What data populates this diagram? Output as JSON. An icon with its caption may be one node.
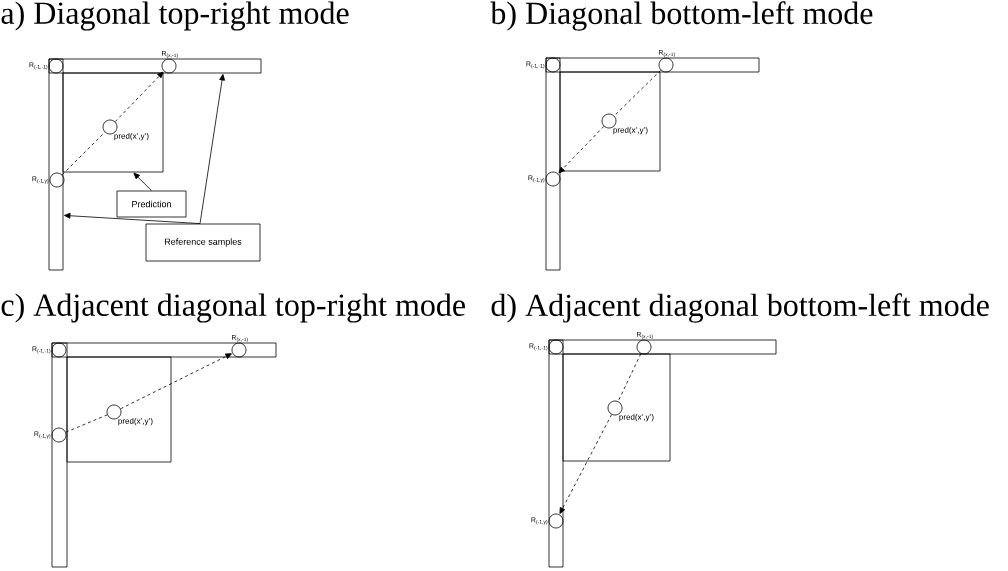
{
  "diagram": {
    "nodes": [
      {
        "text": [],
        "shape": "bar"
      },
      {
        "text": [],
        "shape": "bar"
      },
      {
        "text": [],
        "shape": "box"
      },
      {
        "text": [],
        "shape": "circle",
        "beside": [
          "R$_{(-1,-1)}$"
        ]
      },
      {
        "text": [],
        "shape": "circle",
        "beside": [
          "R$_{(x,-1)}$"
        ],
        "in": 1
      },
      {
        "text": [],
        "shape": "circle",
        "beside": [
          "R$_{(-1,y)}$"
        ],
        "in": 0
      },
      {
        "text": [],
        "shape": "circle",
        "beside": [
          "pred(x’,y’)"
        ],
        "in": 2
      },
      {
        "text": [
          "Prediction"
        ]
      },
      {
        "text": [
          "Reference samples"
        ]
      },
      {
        "text": [],
        "shape": "bar"
      },
      {
        "text": [],
        "shape": "bar"
      },
      {
        "text": [],
        "shape": "box"
      },
      {
        "text": [],
        "shape": "circle",
        "beside": [
          "R$_{(-1,-1)}$"
        ]
      },
      {
        "text": [],
        "shape": "circle",
        "beside": [
          "R$_{(x,-1)}$"
        ],
        "in": 10
      },
      {
        "text": [],
        "shape": "circle",
        "beside": [
          "R$_{(-1,y)}$"
        ],
        "in": 9
      },
      {
        "text": [],
        "shape": "circle",
        "beside": [
          "pred(x’,y’)"
        ],
        "in": 11
      },
      {
        "text": [],
        "shape": "bar"
      },
      {
        "text": [],
        "shape": "bar"
      },
      {
        "text": [],
        "shape": "box"
      },
      {
        "text": [],
        "shape": "circle",
        "beside": [
          "R$_{(-1,-1)}$"
        ]
      },
      {
        "text": [],
        "shape": "circle",
        "beside": [
          "R$_{(x,-1)}$"
        ],
        "in": 17
      },
      {
        "text": [],
        "shape": "circle",
        "beside": [
          "R$_{(-1,y)}$"
        ],
        "in": 16
      },
      {
        "text": [],
        "shape": "circle",
        "beside": [
          "pred(x’,y’)"
        ],
        "in": 18
      },
      {
        "text": [],
        "shape": "bar"
      },
      {
        "text": [],
        "shape": "bar"
      },
      {
        "text": [],
        "shape": "box"
      },
      {
        "text": [],
        "shape": "circle",
        "beside": [
          "R$_{(-1,-1)}$"
        ]
      },
      {
        "text": [],
        "shape": "circle",
        "beside": [
          "R$_{(x,-1)}$"
        ],
        "in": 24
      },
      {
        "text": [],
        "shape": "circle",
        "beside": [
          "R$_{(-1,y)}$"
        ],
        "in": 23
      },
      {
        "text": [],
        "shape": "circle",
        "beside": [
          "pred(x’,y’)"
        ],
        "in": 25
      }
    ],
    "edges": [
      {
        "from": 5,
        "to": 6,
        "arrow": "none",
        "style": "dashed"
      },
      {
        "from": 6,
        "to": 4,
        "arrow": "to",
        "style": "dashed"
      },
      {
        "from": 7,
        "to": 2,
        "arrow": "to"
      },
      {
        "from": 8,
        "to": 1,
        "arrow": "to"
      },
      {
        "from": 8,
        "to": 0,
        "arrow": "to"
      },
      {
        "from": 13,
        "to": 15,
        "arrow": "none",
        "style": "dashed"
      },
      {
        "from": 15,
        "to": 14,
        "arrow": "to",
        "style": "dashed"
      },
      {
        "from": 21,
        "to": 22,
        "arrow": "none",
        "style": "dashed"
      },
      {
        "from": 22,
        "to": 20,
        "arrow": "to",
        "style": "dashed"
      },
      {
        "from": 27,
        "to": 29,
        "arrow": "none",
        "style": "dashed"
      },
      {
        "from": 29,
        "to": 28,
        "arrow": "to",
        "style": "dashed"
      }
    ],
    "labels": [
      "a) Diagonal top-right mode",
      "b) Diagonal bottom-left mode",
      "c) Adjacent diagonal top-right mode",
      "d) Adjacent diagonal bottom-left mode"
    ]
  }
}
